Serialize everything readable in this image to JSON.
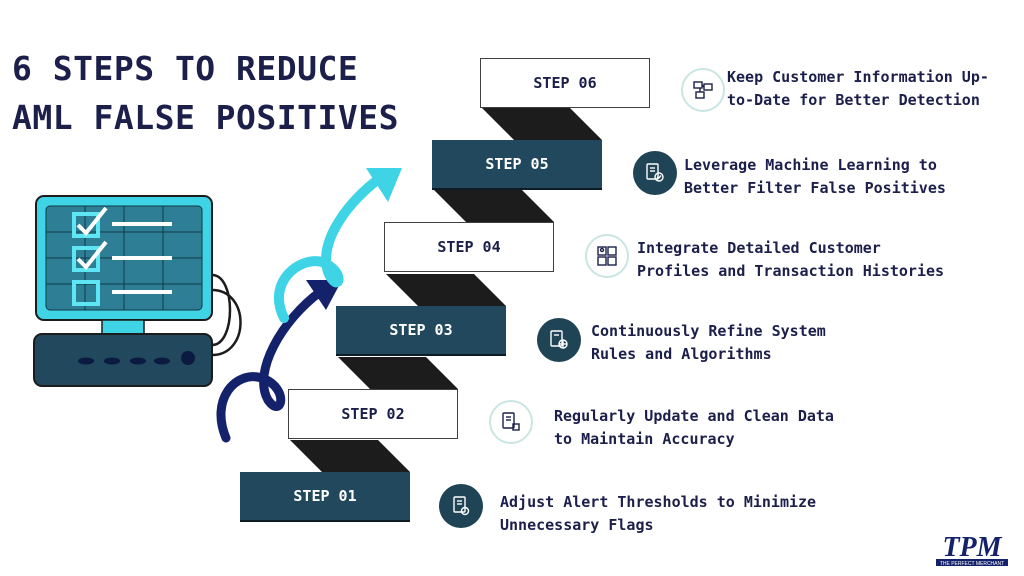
{
  "title": {
    "line1": "6 STEPS TO REDUCE",
    "line2": "AML FALSE POSITIVES"
  },
  "steps": [
    {
      "label": "STEP 01",
      "desc_line1": "Adjust Alert Thresholds to Minimize",
      "desc_line2": "Unnecessary Flags",
      "style": "dark",
      "icon": "document-settings-icon"
    },
    {
      "label": "STEP 02",
      "desc_line1": "Regularly Update and Clean Data",
      "desc_line2": "to Maintain Accuracy",
      "style": "light",
      "icon": "document-update-icon"
    },
    {
      "label": "STEP 03",
      "desc_line1": "Continuously Refine System",
      "desc_line2": "Rules and Algorithms",
      "style": "dark",
      "icon": "document-globe-icon"
    },
    {
      "label": "STEP 04",
      "desc_line1": "Integrate Detailed Customer",
      "desc_line2": "Profiles and Transaction Histories",
      "style": "light",
      "icon": "profile-grid-icon"
    },
    {
      "label": "STEP 05",
      "desc_line1": "Leverage Machine Learning to",
      "desc_line2": "Better Filter False Positives",
      "style": "dark",
      "icon": "document-check-icon"
    },
    {
      "label": "STEP 06",
      "desc_line1": "Keep Customer Information Up-",
      "desc_line2": "to-Date for Better Detection",
      "style": "light",
      "icon": "customer-data-icon"
    }
  ],
  "logo": {
    "text": "TPM",
    "tagline": "THE PERFECT MERCHANT"
  },
  "colors": {
    "navy": "#1b1f4a",
    "teal_dark": "#21485c",
    "cyan": "#3fd3e6",
    "arrow_navy": "#14216b"
  }
}
